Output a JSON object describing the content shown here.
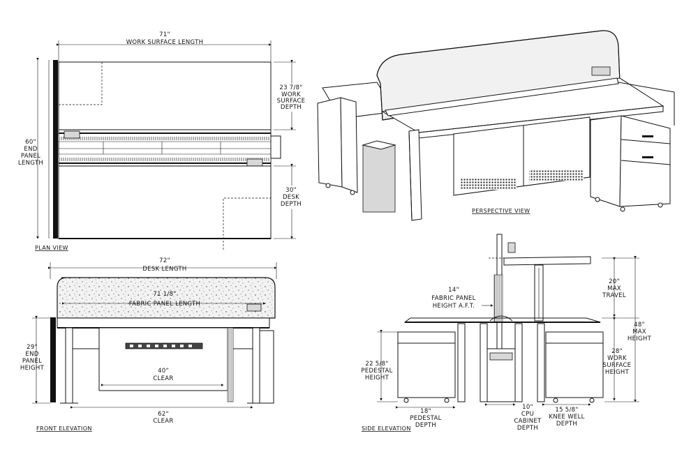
{
  "views": {
    "plan": "PLAN VIEW",
    "perspective": "PERSPECTIVE VIEW",
    "front": "FRONT ELEVATION",
    "side": "SIDE ELEVATION"
  },
  "plan_dims": {
    "work_surface_length": [
      "71\"",
      "WORK SURFACE LENGTH"
    ],
    "work_surface_depth": [
      "23 7/8\"",
      "WORK",
      "SURFACE",
      "DEPTH"
    ],
    "end_panel_length": [
      "60\"",
      "END",
      "PANEL",
      "LENGTH"
    ],
    "desk_depth": [
      "30\"",
      "DESK",
      "DEPTH"
    ]
  },
  "front_dims": {
    "desk_length": [
      "72\"",
      "DESK LENGTH"
    ],
    "fabric_panel_length": [
      "71 1/8\"",
      "FABRIC PANEL LENGTH"
    ],
    "end_panel_height": [
      "29\"",
      "END",
      "PANEL",
      "HEIGHT"
    ],
    "inner_clear": [
      "40\"",
      "CLEAR"
    ],
    "bottom_clear": [
      "62\"",
      "CLEAR"
    ]
  },
  "side_dims": {
    "fabric_panel_height": [
      "14\"",
      "FABRIC PANEL",
      "HEIGHT A.F.T."
    ],
    "max_travel": [
      "20\"",
      "MAX",
      "TRAVEL"
    ],
    "max_height": [
      "48\"",
      "MAX",
      "HEIGHT"
    ],
    "work_surface_height": [
      "28\"",
      "WORK",
      "SURFACE",
      "HEIGHT"
    ],
    "pedestal_height": [
      "22 5/8\"",
      "PEDESTAL",
      "HEIGHT"
    ],
    "pedestal_depth": [
      "18\"",
      "PEDESTAL",
      "DEPTH"
    ],
    "cpu_cabinet_depth": [
      "10\"",
      "CPU",
      "CABINET",
      "DEPTH"
    ],
    "knee_well_depth": [
      "15 5/8\"",
      "KNEE WELL",
      "DEPTH"
    ]
  }
}
